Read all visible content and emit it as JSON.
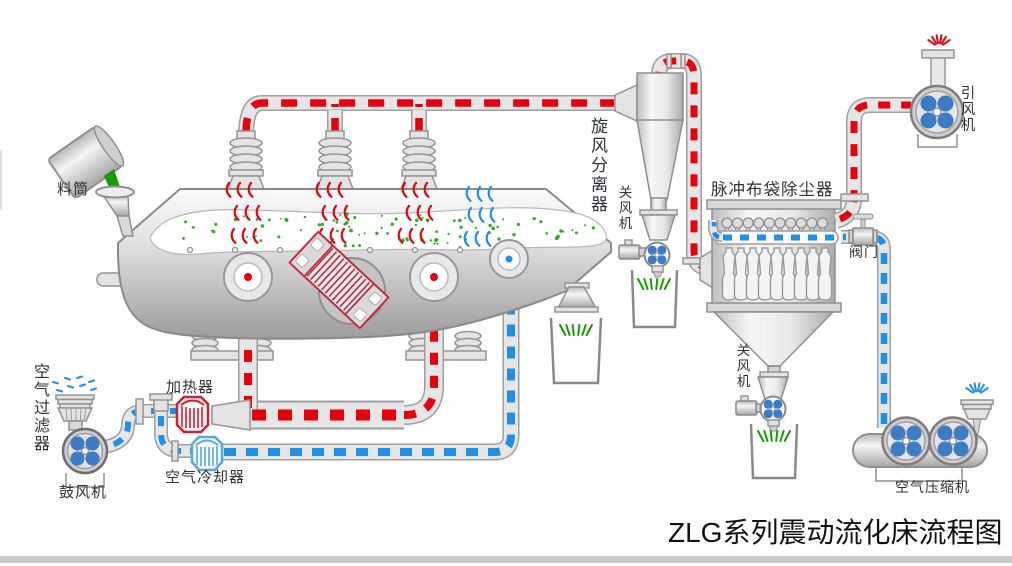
{
  "title": "ZLG系列震动流化床流程图",
  "labels": {
    "feed_barrel": "料筒",
    "air_filter": "空气过滤器",
    "blower": "鼓风机",
    "heater": "加热器",
    "air_cooler": "空气冷却器",
    "cyclone": "旋风分离器",
    "cyclone_rotary_valve": "关风机",
    "bag_filter": "脉冲布袋除尘器",
    "valve": "阀门",
    "bag_rotary_valve": "关风机",
    "induced_draft_fan": "引风机",
    "air_compressor": "空气压缩机"
  },
  "colors": {
    "hot": "#e8000d",
    "cold": "#1e90e8",
    "material": "#149c00",
    "fan_blade": "#3b7cc4",
    "ink": "#2e3138",
    "title_ink": "#111111"
  }
}
